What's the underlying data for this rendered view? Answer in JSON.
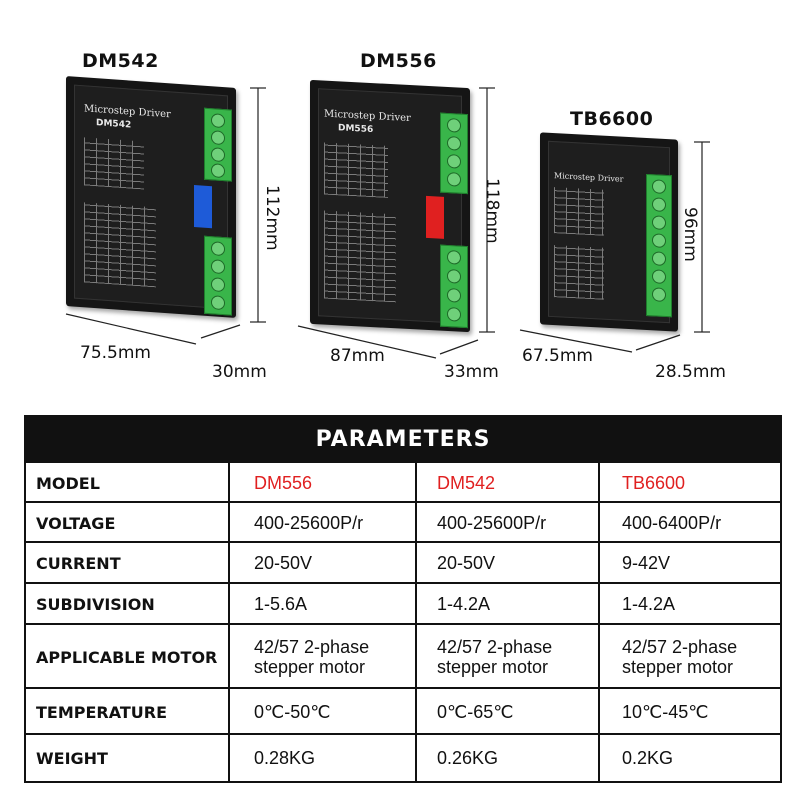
{
  "products": [
    {
      "name": "DM542",
      "panel_title": "Microstep Driver",
      "panel_model": "DM542",
      "height": "112mm",
      "width": "75.5mm",
      "depth": "30mm"
    },
    {
      "name": "DM556",
      "panel_title": "Microstep Driver",
      "panel_model": "DM556",
      "height": "118mm",
      "width": "87mm",
      "depth": "33mm"
    },
    {
      "name": "TB6600",
      "panel_title": "Microstep Driver",
      "panel_model": "",
      "height": "96mm",
      "width": "67.5mm",
      "depth": "28.5mm"
    }
  ],
  "colors": {
    "terminal": "#39b54a",
    "dip_blue": "#1e5bd8",
    "dip_red": "#e02020",
    "model_text": "#e02020",
    "header_bg": "#111111"
  },
  "table": {
    "title": "PARAMETERS",
    "rows": [
      {
        "label": "MODEL",
        "values": [
          "DM556",
          "DM542",
          "TB6600"
        ]
      },
      {
        "label": "VOLTAGE",
        "values": [
          "400-25600P/r",
          "400-25600P/r",
          "400-6400P/r"
        ]
      },
      {
        "label": "CURRENT",
        "values": [
          "20-50V",
          "20-50V",
          "9-42V"
        ]
      },
      {
        "label": "SUBDIVISION",
        "values": [
          "1-5.6A",
          "1-4.2A",
          "1-4.2A"
        ]
      },
      {
        "label": "APPLICABLE MOTOR",
        "values": [
          [
            "42/57 2-phase",
            "stepper motor"
          ],
          [
            "42/57 2-phase",
            "stepper motor"
          ],
          [
            "42/57 2-phase",
            "stepper motor"
          ]
        ]
      },
      {
        "label": "TEMPERATURE",
        "values": [
          "0℃-50℃",
          "0℃-65℃",
          "10℃-45℃"
        ]
      },
      {
        "label": "WEIGHT",
        "values": [
          "0.28KG",
          "0.26KG",
          "0.2KG"
        ]
      }
    ]
  }
}
